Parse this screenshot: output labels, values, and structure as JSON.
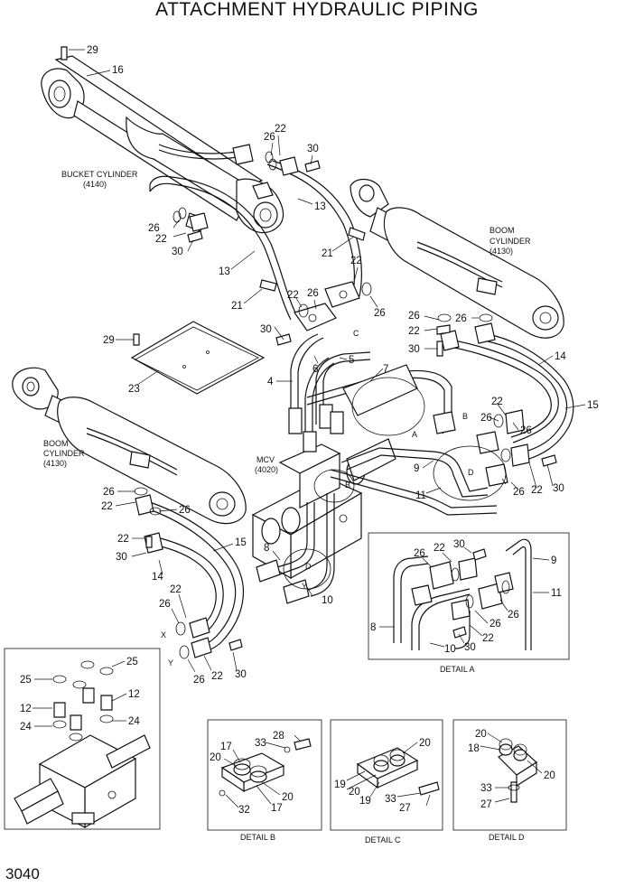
{
  "title": "ATTACHMENT HYDRAULIC PIPING",
  "page_number": "3040",
  "components": {
    "bucket_cylinder": {
      "name": "BUCKET CYLINDER",
      "code": "(4140)"
    },
    "boom_cylinder_right": {
      "name": "BOOM",
      "name2": "CYLINDER",
      "code": "(4130)"
    },
    "boom_cylinder_left": {
      "name": "BOOM",
      "name2": "CYLINDER",
      "code": "(4130)"
    },
    "mcv": {
      "name": "MCV",
      "code": "(4020)"
    }
  },
  "details": {
    "a": "DETAIL A",
    "b": "DETAIL B",
    "c": "DETAIL C",
    "d": "DETAIL D"
  },
  "letters": {
    "A": "A",
    "B": "B",
    "C": "C",
    "D": "D",
    "X": "X",
    "Y": "Y"
  },
  "callouts": {
    "c29a": "29",
    "c16": "16",
    "c22a": "22",
    "c26a": "26",
    "c30a": "30",
    "c13a": "13",
    "c26b": "26",
    "c22b": "22",
    "c30b": "30",
    "c13b": "13",
    "c21a": "21",
    "c22c": "22",
    "c26c": "26",
    "c21b": "21",
    "c22d": "22",
    "c26d": "26",
    "c30c": "30",
    "c29b": "29",
    "c23": "23",
    "c4": "4",
    "c6": "6",
    "c5": "5",
    "c7": "7",
    "c26e": "26",
    "c26f": "26",
    "c22e": "22",
    "c30d": "30",
    "c14a": "14",
    "c15a": "15",
    "c22f": "22",
    "c26g": "26",
    "c9a": "9",
    "c11a": "11",
    "c26h": "26",
    "c22g": "22",
    "c30e": "30",
    "c26i": "26",
    "c22h": "22",
    "c26j": "26",
    "c22i": "22",
    "c30f": "30",
    "c15b": "15",
    "c14b": "14",
    "c8a": "8",
    "c10a": "10",
    "c26k": "26",
    "c22j": "22",
    "c26l": "26",
    "c22k": "22",
    "c30g": "30",
    "c25a": "25",
    "c25b": "25",
    "c12a": "12",
    "c12b": "12",
    "c24a": "24",
    "c24b": "24",
    "dA26": "26",
    "dA22a": "22",
    "dA30a": "30",
    "dA9": "9",
    "dA11": "11",
    "dA8": "8",
    "dA26b": "26",
    "dA26c": "26",
    "dA22b": "22",
    "dA30b": "30",
    "dA10": "10",
    "dB33": "33",
    "dB28": "28",
    "dB17a": "17",
    "dB20a": "20",
    "dB20b": "20",
    "dB17b": "17",
    "dB32": "32",
    "dC20a": "20",
    "dC19a": "19",
    "dC20b": "20",
    "dC19b": "19",
    "dC33": "33",
    "dC27": "27",
    "dD20a": "20",
    "dD18": "18",
    "dD20b": "20",
    "dD33": "33",
    "dD27": "27"
  }
}
